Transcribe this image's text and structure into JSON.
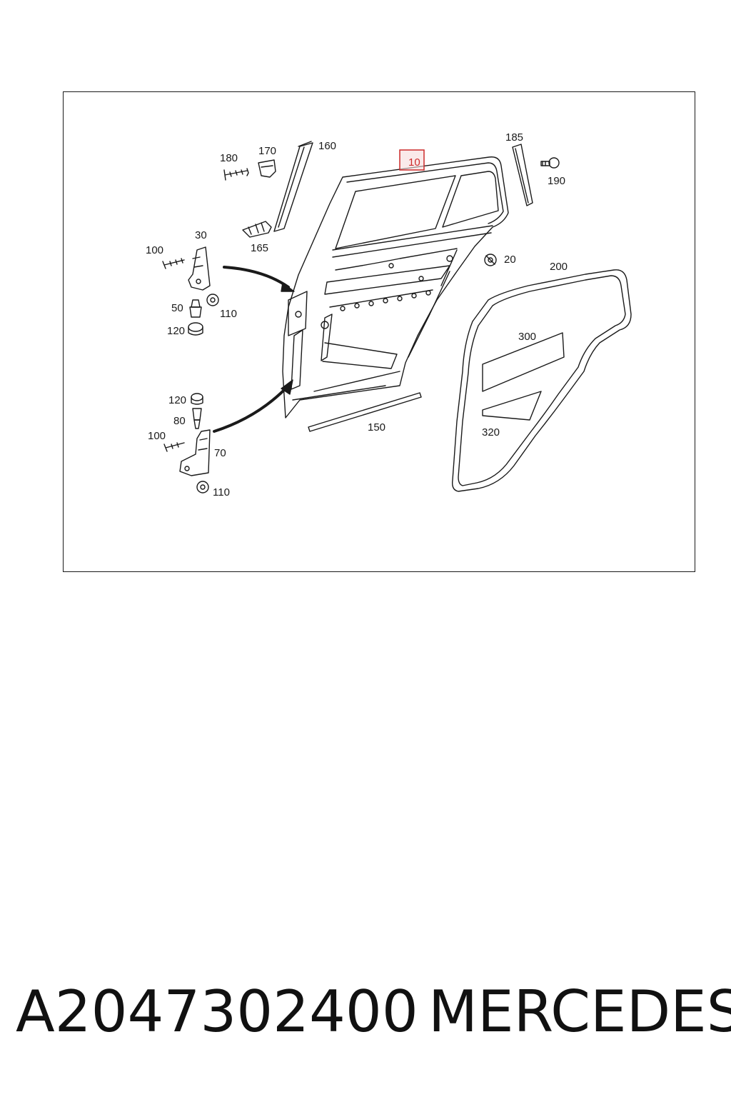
{
  "diagram": {
    "callouts": {
      "c10": "10",
      "c20": "20",
      "c30": "30",
      "c50": "50",
      "c70": "70",
      "c80": "80",
      "c100a": "100",
      "c100b": "100",
      "c110a": "110",
      "c110b": "110",
      "c120a": "120",
      "c120b": "120",
      "c150": "150",
      "c160": "160",
      "c165": "165",
      "c170": "170",
      "c180": "180",
      "c185": "185",
      "c190": "190",
      "c200": "200",
      "c300": "300",
      "c320": "320"
    },
    "highlight_callout": "10",
    "colors": {
      "line": "#1a1a1a",
      "highlight": "#cc2b2b",
      "highlight_fill": "#f6dcdc"
    }
  },
  "footer": {
    "part_number": "A2047302400",
    "brand": "MERCEDES"
  }
}
